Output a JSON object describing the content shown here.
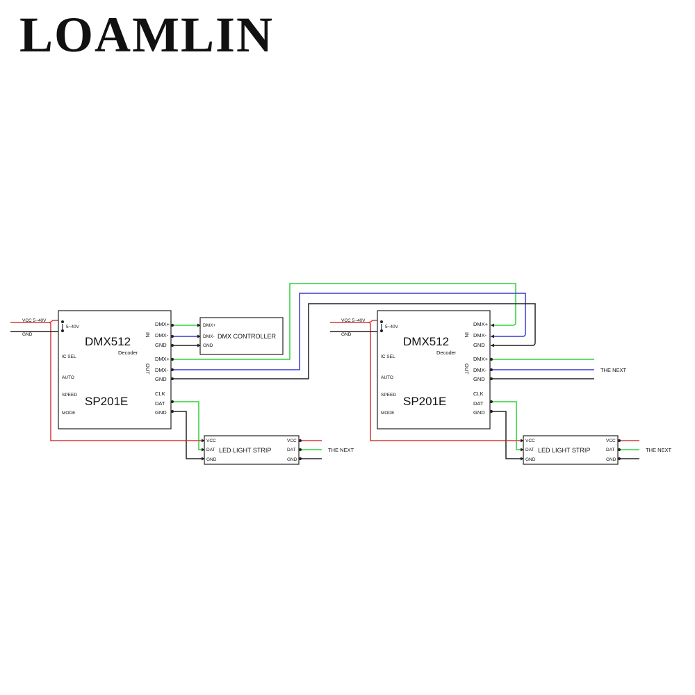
{
  "brand": {
    "name": "LOAMLIN"
  },
  "decoder": {
    "model": "DMX512",
    "subtitle": "Decoder",
    "chip": "SP201E",
    "power_pin": "5~40V",
    "left_pins": [
      "IC SEL",
      "AUTO",
      "SPEED",
      "MODE"
    ],
    "in_label": "IN",
    "out_label": "OUT",
    "in_pins": [
      "DMX+",
      "DMX-",
      "GND"
    ],
    "out_pins": [
      "DMX+",
      "DMX-",
      "GND"
    ],
    "output_pins": [
      "CLK",
      "DAT",
      "GND"
    ]
  },
  "power": {
    "vcc": "VCC 5~40V",
    "gnd": "GND"
  },
  "controller": {
    "label": "DMX CONTROLLER",
    "pins": [
      "DMX+",
      "DMX-",
      "GND"
    ]
  },
  "strip": {
    "label": "LED LIGHT STRIP",
    "in_pins": [
      "VCC",
      "DAT",
      "GND"
    ],
    "out_pins": [
      "VCC",
      "DAT",
      "GND"
    ]
  },
  "next_label": "THE NEXT",
  "colors": {
    "power": "#d63a3a",
    "data_plus": "#2fcf3a",
    "data_minus": "#3a3ad0",
    "ground": "#222222"
  }
}
